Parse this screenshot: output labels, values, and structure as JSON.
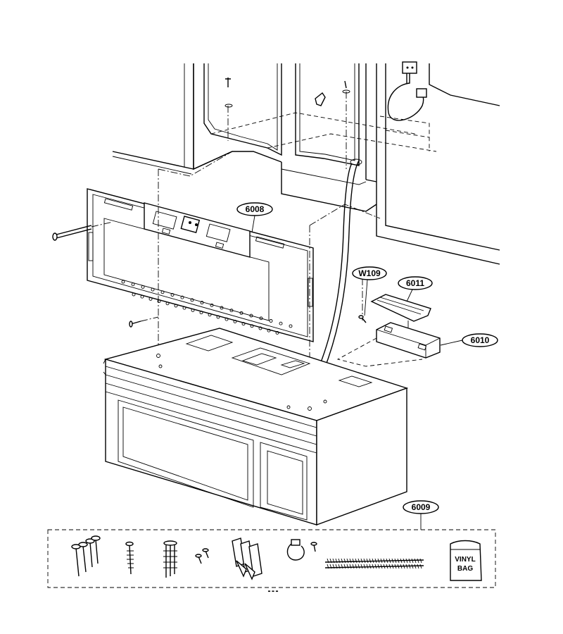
{
  "callouts": {
    "p6008": "6008",
    "p6011": "6011",
    "p6010": "6010",
    "pW109": "W109",
    "p6009": "6009"
  },
  "bag": {
    "line1": "VINYL",
    "line2": "BAG"
  },
  "footer_fragment": "- - -"
}
